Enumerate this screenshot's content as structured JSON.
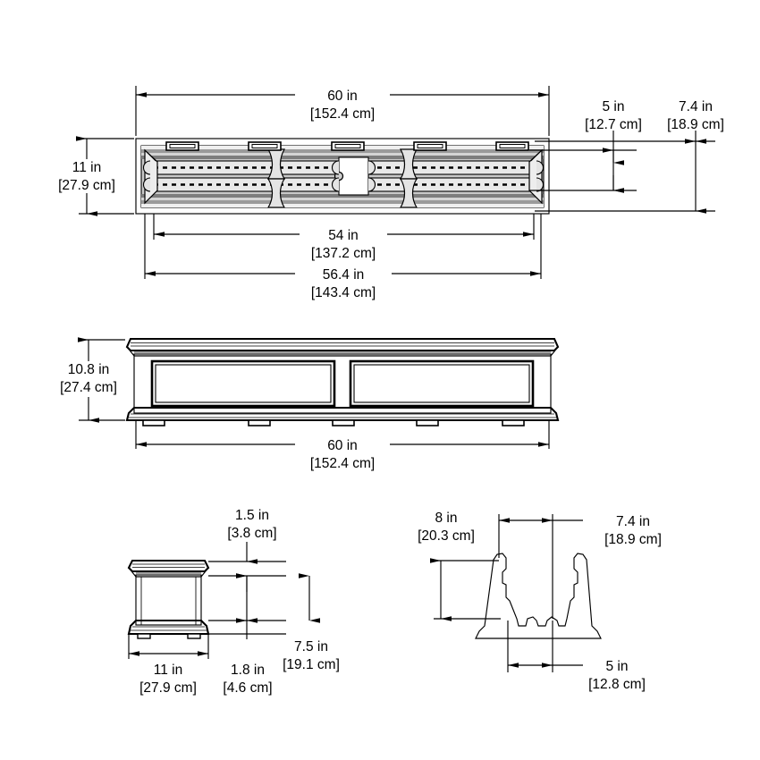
{
  "drawing": {
    "title": "Window Box Planter Dimensional Drawing",
    "units_primary": "in",
    "units_secondary": "cm",
    "line_color": "#000000",
    "background_color": "#ffffff",
    "shade_light": "#d8d8d8",
    "shade_mid": "#a8a8a8",
    "shade_dark": "#6e6e6e"
  },
  "views": {
    "top": {
      "name": "top-view",
      "dimensions": {
        "overall_length": {
          "in": "60 in",
          "cm": "[152.4 cm]"
        },
        "overall_depth": {
          "in": "11 in",
          "cm": "[27.9 cm]"
        },
        "inner_length": {
          "in": "54 in",
          "cm": "[137.2 cm]"
        },
        "mount_length": {
          "in": "56.4 in",
          "cm": "[143.4 cm]"
        },
        "inner_width": {
          "in": "5 in",
          "cm": "[12.7 cm]"
        },
        "outer_width": {
          "in": "7.4 in",
          "cm": "[18.9 cm]"
        }
      }
    },
    "front": {
      "name": "front-view",
      "dimensions": {
        "height": {
          "in": "10.8 in",
          "cm": "[27.4 cm]"
        },
        "length": {
          "in": "60 in",
          "cm": "[152.4 cm]"
        }
      }
    },
    "end": {
      "name": "end-view",
      "dimensions": {
        "cap_height": {
          "in": "1.5 in",
          "cm": "[3.8 cm]"
        },
        "body_height": {
          "in": "7.5 in",
          "cm": "[19.1 cm]"
        },
        "base_height": {
          "in": "1.8 in",
          "cm": "[4.6 cm]"
        },
        "width": {
          "in": "11 in",
          "cm": "[27.9 cm]"
        }
      }
    },
    "section": {
      "name": "section-view",
      "dimensions": {
        "height": {
          "in": "8 in",
          "cm": "[20.3 cm]"
        },
        "top_opening": {
          "in": "7.4 in",
          "cm": "[18.9 cm]"
        },
        "bottom_width": {
          "in": "5 in",
          "cm": "[12.8 cm]"
        }
      }
    }
  },
  "labels": {
    "top_length_in": "60 in",
    "top_length_cm": "[152.4 cm]",
    "top_depth_in": "11 in",
    "top_depth_cm": "[27.9 cm]",
    "top_inner_in": "54 in",
    "top_inner_cm": "[137.2 cm]",
    "top_mount_in": "56.4 in",
    "top_mount_cm": "[143.4 cm]",
    "top_w1_in": "5 in",
    "top_w1_cm": "[12.7 cm]",
    "top_w2_in": "7.4 in",
    "top_w2_cm": "[18.9 cm]",
    "front_h_in": "10.8 in",
    "front_h_cm": "[27.4 cm]",
    "front_len_in": "60 in",
    "front_len_cm": "[152.4 cm]",
    "end_cap_in": "1.5 in",
    "end_cap_cm": "[3.8 cm]",
    "end_body_in": "7.5 in",
    "end_body_cm": "[19.1 cm]",
    "end_base_in": "1.8 in",
    "end_base_cm": "[4.6 cm]",
    "end_width_in": "11 in",
    "end_width_cm": "[27.9 cm]",
    "sec_h_in": "8 in",
    "sec_h_cm": "[20.3 cm]",
    "sec_top_in": "7.4 in",
    "sec_top_cm": "[18.9 cm]",
    "sec_bot_in": "5 in",
    "sec_bot_cm": "[12.8 cm]"
  }
}
